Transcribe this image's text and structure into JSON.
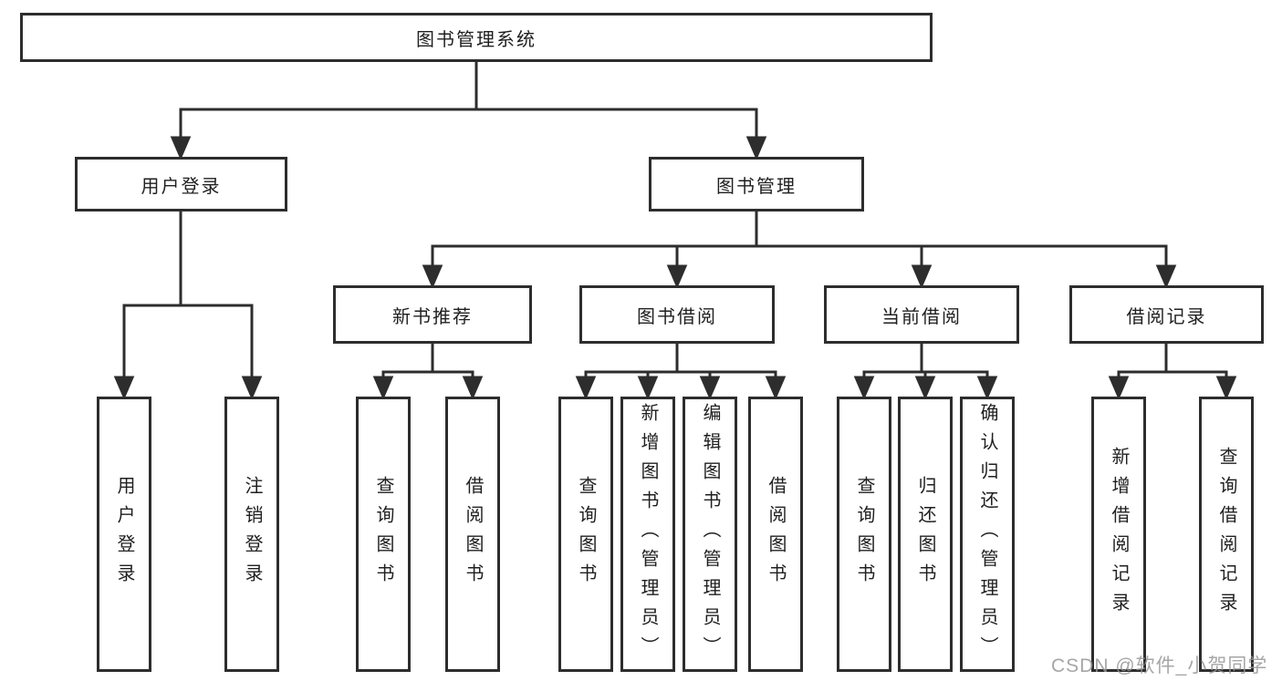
{
  "diagram": {
    "root": "图书管理系统",
    "level2": [
      "用户登录",
      "图书管理"
    ],
    "level3": [
      "新书推荐",
      "图书借阅",
      "当前借阅",
      "借阅记录"
    ],
    "leaves": [
      "用户登录",
      "注销登录",
      "查询图书",
      "借阅图书",
      "查询图书",
      "新增图书（管理员）",
      "编辑图书（管理员）",
      "借阅图书",
      "查询图书",
      "归还图书",
      "确认归还（管理员）",
      "新增借阅记录",
      "查询借阅记录"
    ]
  },
  "watermark": "CSDN @软件_小贺同学",
  "colors": {
    "line": "#2d2d2d",
    "text": "#1f1f1f",
    "watermark": "#969696"
  }
}
